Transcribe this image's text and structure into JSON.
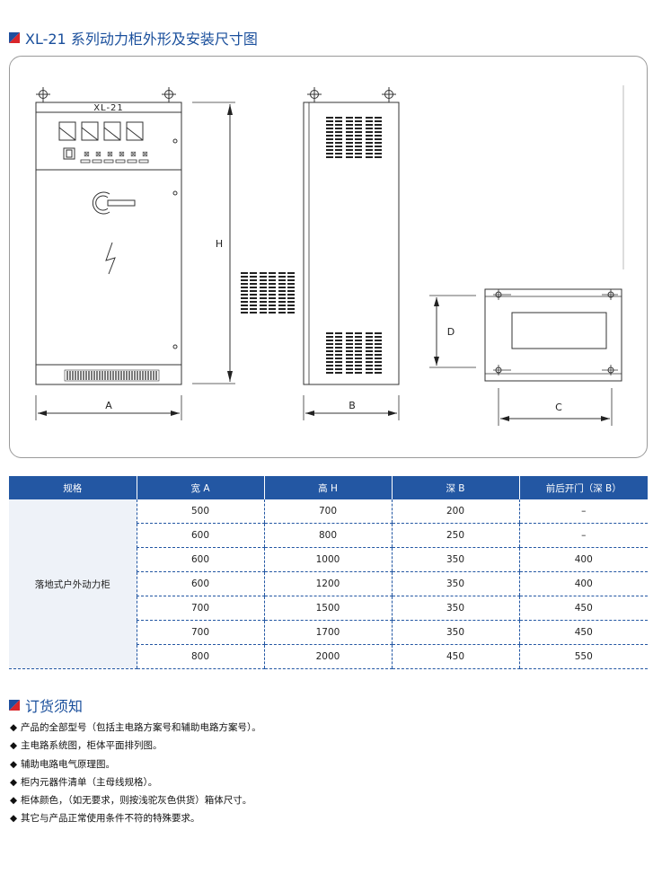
{
  "header1": {
    "title": "XL-21 系列动力柜外形及安装尺寸图"
  },
  "drawing": {
    "cabinet_label": "XL-21",
    "dim_a": "A",
    "dim_b": "B",
    "dim_c": "C",
    "dim_d": "D",
    "dim_h": "H"
  },
  "table": {
    "headers": [
      "规格",
      "宽 A",
      "高 H",
      "深 B",
      "前后开门（深 B）"
    ],
    "category": "落地式户外动力柜",
    "rows": [
      [
        "500",
        "700",
        "200",
        "–"
      ],
      [
        "600",
        "800",
        "250",
        "–"
      ],
      [
        "600",
        "1000",
        "350",
        "400"
      ],
      [
        "600",
        "1200",
        "350",
        "400"
      ],
      [
        "700",
        "1500",
        "350",
        "450"
      ],
      [
        "700",
        "1700",
        "350",
        "450"
      ],
      [
        "800",
        "2000",
        "450",
        "550"
      ]
    ]
  },
  "header2": {
    "title": "订货须知"
  },
  "notes": {
    "bullet": "◆",
    "items": [
      "产品的全部型号（包括主电路方案号和辅助电路方案号）。",
      "主电路系统图，柜体平面排列图。",
      "辅助电路电气原理图。",
      "柜内元器件清单（主母线规格）。",
      "柜体颜色，（如无要求，则按浅驼灰色供货）箱体尺寸。",
      "其它与产品正常使用条件不符的特殊要求。"
    ]
  },
  "colors": {
    "accent_blue": "#2357a3",
    "accent_red": "#d9262b"
  }
}
